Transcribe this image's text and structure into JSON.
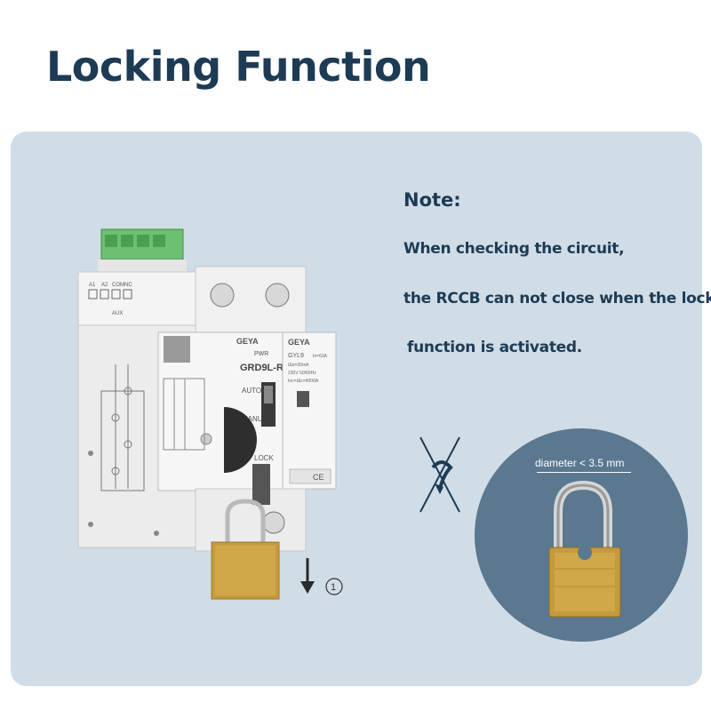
{
  "title": "Locking Function",
  "note": {
    "heading": "Note:",
    "lines": [
      "When checking the circuit,",
      "the RCCB can not close when the lock",
      "function is activated."
    ]
  },
  "padlock_callout": {
    "label": "diameter < 3.5 mm"
  },
  "device": {
    "brand": "GEYA",
    "model": "GRD9L-R",
    "rccb_model": "GYL9",
    "pwr_label": "PWR",
    "auto_label": "AUTO",
    "manu_label": "MANU",
    "lock_label": "LOCK",
    "terminal_labels": [
      "A1",
      "A2",
      "COM",
      "NC"
    ],
    "aux_label": "AUX",
    "rccb_specs": [
      "In=63A",
      "IΔn=30mA",
      "230V 50/60Hz",
      "Inc=IΔc=6000A"
    ],
    "step_marker": "①"
  },
  "colors": {
    "title": "#1d3b54",
    "panel": "#d0dde7",
    "circle": "#5a7890",
    "brass": "#c49a3c",
    "device": "#eeeeee"
  },
  "icons": [
    "no-lock-icon",
    "arrow-down-icon",
    "padlock-icon"
  ]
}
